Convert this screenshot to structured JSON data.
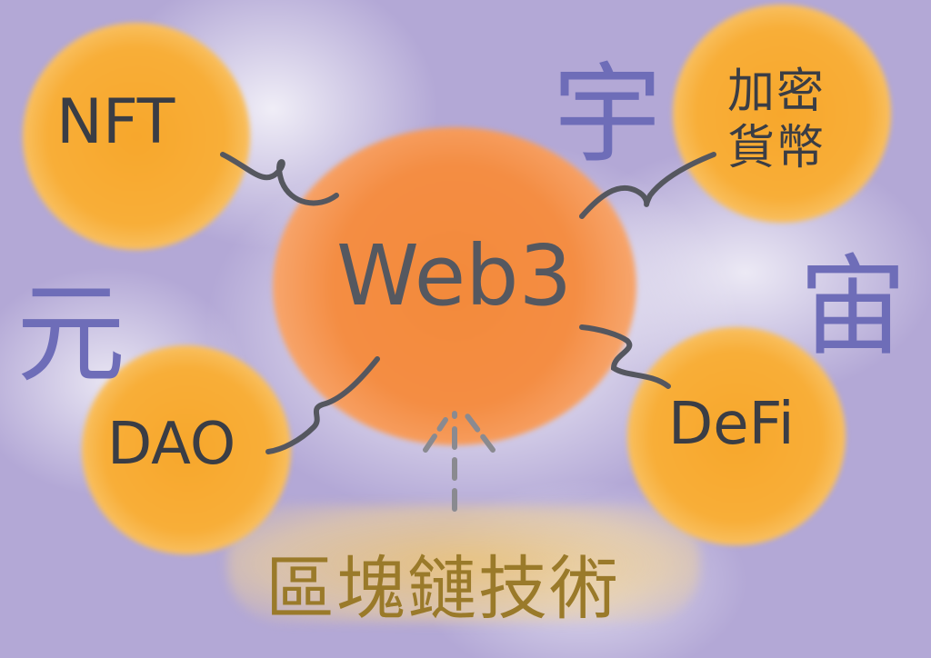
{
  "center": {
    "label": "Web3"
  },
  "nodes": {
    "nft": "NFT",
    "crypto_line1": "加密",
    "crypto_line2": "貨幣",
    "dao": "DAO",
    "defi": "DeFi"
  },
  "foundation": "區塊鏈技術",
  "metaverse": {
    "char1": "元",
    "char2": "宇",
    "char3": "宙"
  },
  "colors": {
    "center": "#f48d43",
    "node": "#f8ae38",
    "background": "#b3a8d6",
    "metaverse_text": "#6e6db8",
    "ink": "#3a3d45",
    "foundation_text": "#9a7a2a"
  }
}
